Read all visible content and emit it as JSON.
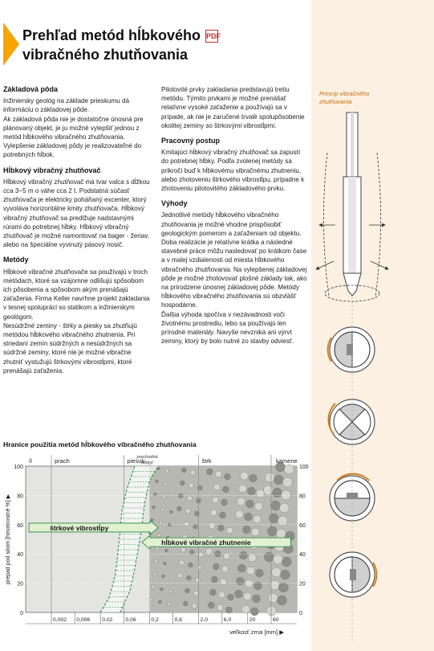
{
  "title_line1": "Prehľad metód hĺbkového",
  "title_line2": "vibračného zhutňovania",
  "pdf_icon": "PDF",
  "col1": [
    {
      "h": "Základová pôda"
    },
    {
      "p": "Inžiniersky geológ na základe prieskumu dá informáciu o základovej pôde."
    },
    {
      "p": "Ak základová pôda nie je dostatočne únosná pre plánovaný objekt, je ju možné vylepšiť jednou z metód hĺbkového vibračného zhutňovania. Vylepšenie základovej pôdy je realizovateľné do potrebných hĺbok."
    },
    {
      "h": "Hĺbkový vibračný zhutňovač"
    },
    {
      "p": "Hĺbkový vibračný zhutňovač má tvar valca s dĺžkou cca 3−5 m o váhe cca 2 t. Podstatná súčasť zhutňovača je elektricky poháňaný excenter, ktorý vyvoláva horizontálne kmity zhutňovača. Hĺbkový vibračný zhutňovač sa predlžuje nadstavnými rúrami do potrebnej hĺbky. Hĺbkový vibračný zhutňovač je možné namontovať na bager - žeriav, alebo na špeciálne vyvinutý pásový nosič."
    },
    {
      "h": "Metódy"
    },
    {
      "p": "Hĺbkové vibračné zhutňovače sa používajú v troch metódach, ktoré sa vzájomne odlišujú spôsobom ich pôsobenia a spôsobom akým prenášajú zaťaženia. Firma Keller navrhne projekt zakladania v tesnej spolupráci so statikom a inžinierskym geológom."
    },
    {
      "p": "Nesúdržné zeminy - štrky a piesky sa zhutňujú metódou hĺbkového vibračného zhutnenia. Pri striedaní zemín súdržných a nesúdržných sa súdržné zeminy, ktoré nie je možné vibračne zhutniť vystužujú štrkovými vibrostĺpmi, ktoré prenášajú zaťaženia."
    }
  ],
  "col2": [
    {
      "p": "Pilotovité prvky zakladania predstavujú tretiu metódu. Týmito prvkami je možné prenášať relatívne vysoké zaťaženie a používajú sa v prípade, ak nie je zaručené trvalé spolupôsobenie okolitej zeminy so štrkovými vibrostĺpmi."
    },
    {
      "h": "Pracovný postup"
    },
    {
      "p": "Kmitajúci hĺbkový vibračný zhutňovač sa zapustí do potrebnej hĺbky. Podľa zvolenej metódy sa prikročí buď k hĺbkovému vibračnému zhutneniu, alebo zhotoveniu štrkového vibrostĺpu, prípadne k zhotoveniu pilotovitého základového prvku."
    },
    {
      "h": "Výhody"
    },
    {
      "p": "Jednotlivé metódy hĺbkového vibračného zhutňovania je možné vhodne prispôsobiť geologickým pomerom a zaťaženiam od objektu. Doba realizácie je relatívne krátka a následné stavebné práce môžu nasledovať po krátkom čase a v malej vzdialenosti od miesta hĺbkového vibračného zhutňovania. Na vylepšenej základovej pôde je možné zhotovovať plošné základy tak, ako na prirodzene únosnej základovej pôde. Metódy hĺbkového vibračného zhutňovania sú obzvlášť hospodárne."
    },
    {
      "p": "Ďalšia výhoda spočíva v nezávadnosti voči životnému prostrediu, lebo sa používajú len prírodné materiály. Navyše nevzniká ani výrvt zeminy, ktorý by bolo nutné zo stavby odviesť."
    }
  ],
  "diagram_caption": "Princíp vibračného zhutňovania",
  "chart_title": "Hranice použitia metód hĺbkového vibračného zhutňovania",
  "chart_data": {
    "type": "area",
    "xscale": "log",
    "xlabel": "veľkosť zrna [mm]",
    "ylabel": "prepad pod sitom [hmotnostné %]",
    "x_ticks": [
      "0,002",
      "0,006",
      "0,02",
      "0,06",
      "0,2",
      "0,6",
      "2,0",
      "6,0",
      "20",
      "60"
    ],
    "x_tick_values": [
      0.002,
      0.006,
      0.02,
      0.06,
      0.2,
      0.6,
      2.0,
      6.0,
      20,
      60
    ],
    "y_ticks": [
      0,
      20,
      40,
      60,
      80,
      100
    ],
    "zero_label": "0",
    "ylim": [
      0,
      100
    ],
    "soil_bands": [
      {
        "label": "íl",
        "from": 0.0006,
        "to": 0.002
      },
      {
        "label": "prach",
        "from": 0.002,
        "to": 0.06
      },
      {
        "label": "piesok",
        "from": 0.06,
        "to": 2.0
      },
      {
        "label": "štrk",
        "from": 2.0,
        "to": 60
      },
      {
        "label": "kamene",
        "from": 60,
        "to": 200
      }
    ],
    "transition_label": "prechodná oblasť",
    "boundary_left": [
      [
        0.02,
        0
      ],
      [
        0.03,
        10
      ],
      [
        0.04,
        25
      ],
      [
        0.045,
        40
      ],
      [
        0.05,
        55
      ],
      [
        0.055,
        70
      ],
      [
        0.07,
        85
      ],
      [
        0.1,
        100
      ]
    ],
    "boundary_right": [
      [
        0.05,
        0
      ],
      [
        0.08,
        15
      ],
      [
        0.1,
        30
      ],
      [
        0.12,
        45
      ],
      [
        0.14,
        60
      ],
      [
        0.16,
        75
      ],
      [
        0.2,
        90
      ],
      [
        0.3,
        100
      ]
    ],
    "arrows": [
      {
        "label": "štrkové vibrostĺpy",
        "y": 58,
        "from": 0.0007,
        "to": 0.3,
        "direction": "right"
      },
      {
        "label": "hĺbkové vibračné zhutnenie",
        "y": 48,
        "from": 0.14,
        "to": 150,
        "direction": "left"
      }
    ],
    "colors": {
      "accent": "#7cc24a",
      "arrow_fill": "#e2f0d2",
      "green_dark": "#1a8a3a",
      "transition": "#1a8a3a"
    }
  }
}
